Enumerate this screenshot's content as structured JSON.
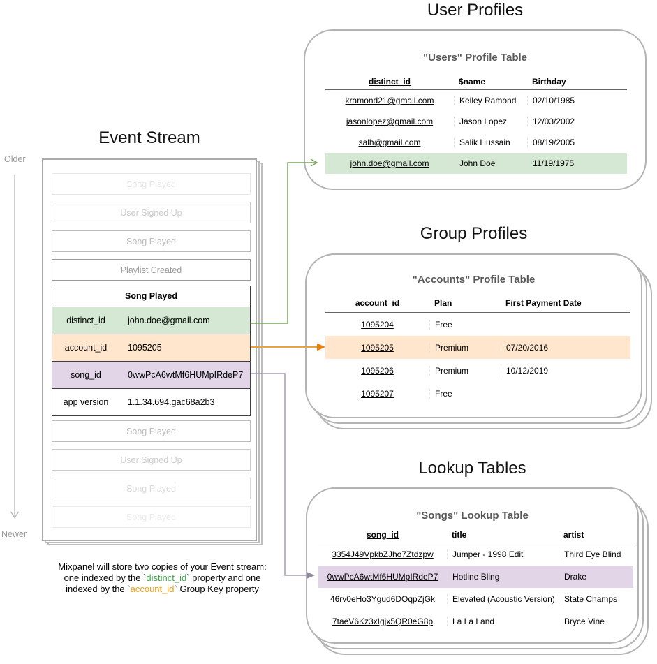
{
  "colors": {
    "highlight_green": "#d5e8d4",
    "highlight_orange": "#ffe6cc",
    "highlight_purple": "#e1d5e7",
    "arrow_green": "#7ca45e",
    "arrow_orange": "#eaa23b",
    "arrow_orange_head": "#e8820e",
    "arrow_purple": "#a79bb3",
    "arrow_purple_head": "#8f8a99",
    "caption_green": "#3da247",
    "caption_orange": "#f59d0a"
  },
  "titles": {
    "event_stream": "Event Stream",
    "user_profiles": "User Profiles",
    "group_profiles": "Group Profiles",
    "lookup_tables": "Lookup Tables"
  },
  "timeline": {
    "older": "Older",
    "newer": "Newer"
  },
  "event_stream": {
    "events_before": [
      "Song Played",
      "User Signed Up",
      "Song Played",
      "Playlist Created"
    ],
    "selected_event": {
      "name": "Song Played",
      "properties": [
        {
          "key": "distinct_id",
          "value": "john.doe@gmail.com",
          "highlight": "green"
        },
        {
          "key": "account_id",
          "value": "1095205",
          "highlight": "orange"
        },
        {
          "key": "song_id",
          "value": "0wwPcA6wtMf6HUMpIRdeP7",
          "highlight": "purple"
        },
        {
          "key": "app version",
          "value": "1.1.34.694.gac68a2b3",
          "highlight": "none"
        }
      ]
    },
    "events_after": [
      "Song Played",
      "User Signed Up",
      "Song Played",
      "Song Played"
    ]
  },
  "tables": {
    "users": {
      "title": "\"Users\" Profile Table",
      "columns": [
        "distinct_id",
        "$name",
        "Birthday"
      ],
      "rows": [
        [
          "kramond21@gmail.com",
          "Kelley Ramond",
          "02/10/1985"
        ],
        [
          "jasonlopez@gmail.com",
          "Jason Lopez",
          "12/03/2002"
        ],
        [
          "salh@gmail.com",
          "Salik Hussain",
          "08/19/2005"
        ],
        [
          "john.doe@gmail.com",
          "John Doe",
          "11/19/1975"
        ]
      ],
      "highlight_row": 3,
      "highlight_color": "green"
    },
    "accounts": {
      "title": "\"Accounts\" Profile Table",
      "columns": [
        "account_id",
        "Plan",
        "First Payment Date"
      ],
      "rows": [
        [
          "1095204",
          "Free",
          ""
        ],
        [
          "1095205",
          "Premium",
          "07/20/2016"
        ],
        [
          "1095206",
          "Premium",
          "10/12/2019"
        ],
        [
          "1095207",
          "Free",
          ""
        ]
      ],
      "highlight_row": 1,
      "highlight_color": "orange"
    },
    "songs": {
      "title": "\"Songs\" Lookup Table",
      "columns": [
        "song_id",
        "title",
        "artist"
      ],
      "rows": [
        [
          "3354J49VpkbZJho7Ztdzpw",
          "Jumper - 1998 Edit",
          "Third Eye Blind"
        ],
        [
          "0wwPcA6wtMf6HUMpIRdeP7",
          "Hotline Bling",
          "Drake"
        ],
        [
          "46rv0eHo3Ygud6DOqpZjGk",
          "Elevated (Acoustic Version)",
          "State Champs"
        ],
        [
          "7taeV6Kz3xIgjx5QR0eG8p",
          "La La Land",
          "Bryce Vine"
        ]
      ],
      "highlight_row": 1,
      "highlight_color": "purple"
    }
  },
  "caption": {
    "line1": "Mixpanel will store two copies of your Event stream:",
    "line2_pre": "one indexed by the `",
    "line2_key": "distinct_id",
    "line2_post": "` property and one",
    "line3_pre": "indexed by the `",
    "line3_key": "account_id",
    "line3_post": "` Group Key property"
  }
}
